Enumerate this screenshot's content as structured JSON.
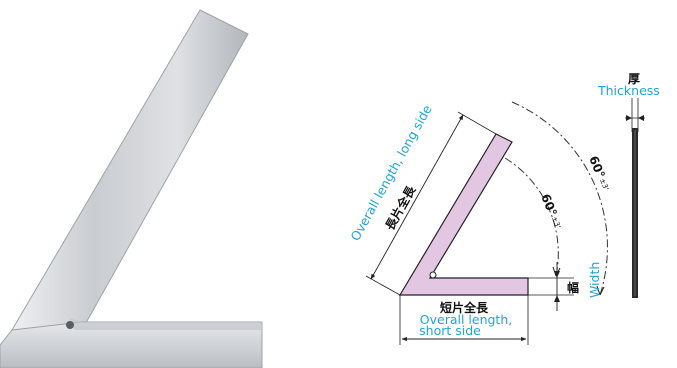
{
  "colors": {
    "photo_steel_light": "#d9dcdf",
    "photo_steel_dark": "#a9adb2",
    "blade_fill": "#e2c6e2",
    "label_english": "#1fa6d6",
    "label_japanese": "#111111"
  },
  "photo": {
    "name": "angle-square-photo"
  },
  "diagram": {
    "long_side": {
      "label_jp": "長片全長",
      "label_en": "Overall length, long side"
    },
    "short_side": {
      "label_jp": "短片全長",
      "label_en_line1": "Overall length,",
      "label_en_line2": "short side"
    },
    "width": {
      "label_jp": "幅",
      "label_en": "Width"
    },
    "thickness": {
      "label_jp": "厚",
      "label_en": "Thickness"
    },
    "angle_inner": {
      "value": "60°",
      "tolerance": "±3'"
    },
    "angle_outer": {
      "value": "60°",
      "tolerance": "±3'"
    }
  }
}
